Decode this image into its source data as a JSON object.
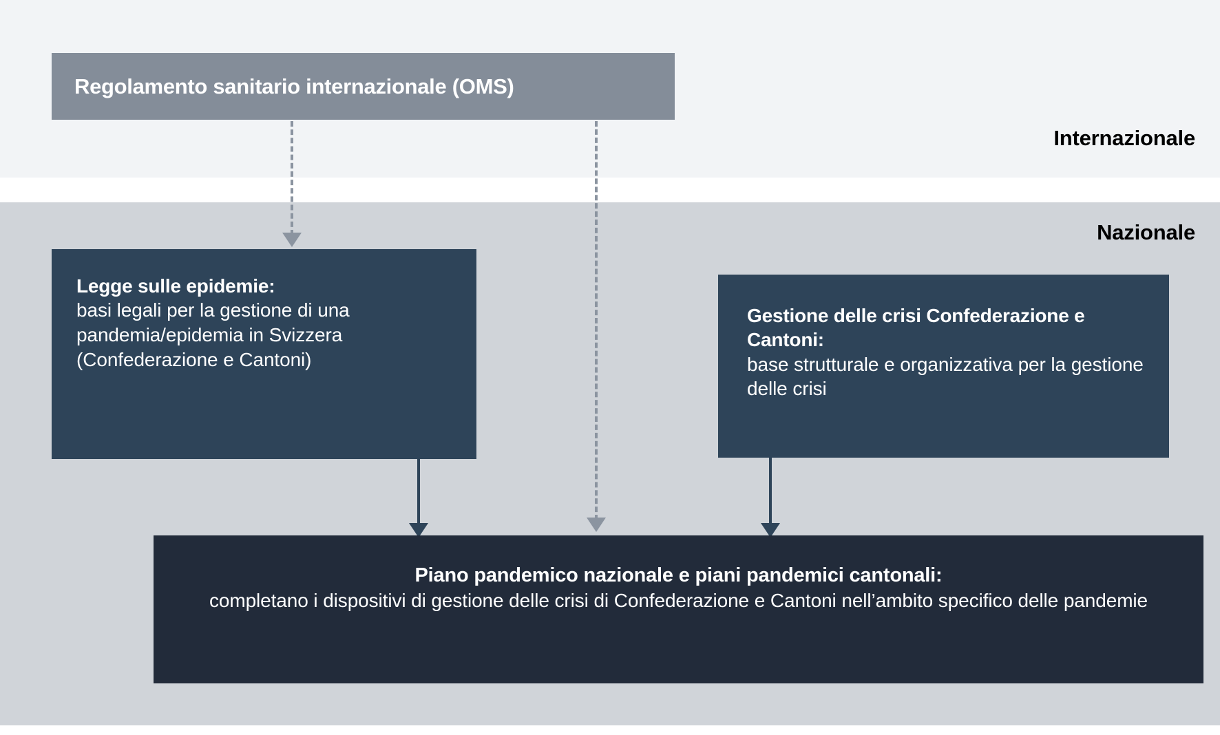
{
  "bands": {
    "international_label": "Internazionale",
    "national_label": "Nazionale",
    "international_bg": "#f2f4f6",
    "national_bg": "#d0d4d9"
  },
  "boxes": {
    "ihr": {
      "title": "Regolamento sanitario internazionale (OMS)",
      "bg": "#848d99"
    },
    "epidemics": {
      "heading": "Legge sulle epidemie:",
      "body": "basi legali per la gestione di una pandemia/epidemia in Svizzera (Confederazione e Cantoni)",
      "bg": "#2e4459"
    },
    "crisis": {
      "heading": "Gestione delle crisi Confederazione e Cantoni:",
      "body": "base strutturale e organizzativa per la gestione delle crisi",
      "bg": "#2e4459"
    },
    "plan": {
      "heading": "Piano pandemico nazionale e piani pandemici cantonali:",
      "body": "completano i dispositivi di gestione delle crisi di Confederazione e Cantoni nell’ambito specifico delle pandemie",
      "bg": "#222b3a"
    }
  },
  "connectors": {
    "ihr_to_epidemics": {
      "style": "dashed",
      "color": "#8b94a0"
    },
    "ihr_to_plan": {
      "style": "dashed",
      "color": "#8b94a0"
    },
    "epidemics_to_plan": {
      "style": "solid",
      "color": "#2e4459"
    },
    "crisis_to_plan": {
      "style": "solid",
      "color": "#2e4459"
    }
  }
}
